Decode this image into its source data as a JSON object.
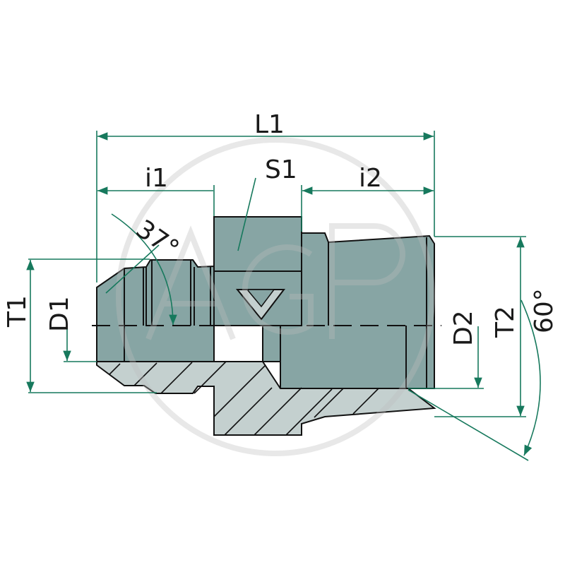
{
  "labels": {
    "L1": "L1",
    "i1": "i1",
    "i2": "i2",
    "S1": "S1",
    "T1": "T1",
    "D1": "D1",
    "T2": "T2",
    "D2": "D2",
    "angle_flare": "37°",
    "angle_thread": "60°"
  },
  "watermark": "AGP",
  "colors": {
    "body": "#87a5a4",
    "section": "#c4d0cf",
    "dimension": "#17795d",
    "watermark": "#d6d6d6"
  }
}
